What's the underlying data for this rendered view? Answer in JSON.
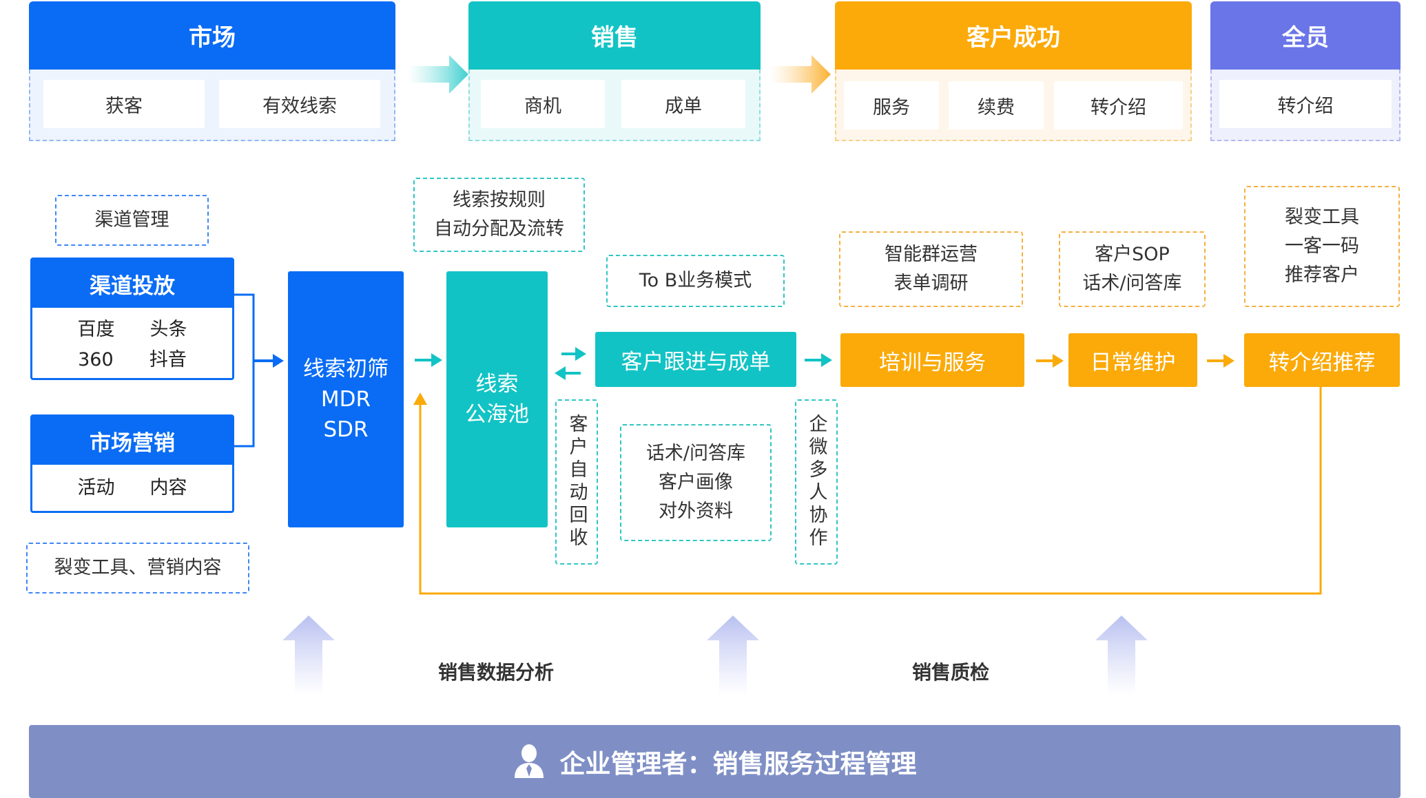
{
  "phases": [
    {
      "title": "市场",
      "items": [
        "获客",
        "有效线索"
      ]
    },
    {
      "title": "销售",
      "items": [
        "商机",
        "成单"
      ]
    },
    {
      "title": "客户成功",
      "items": [
        "服务",
        "续费",
        "转介绍"
      ]
    },
    {
      "title": "全员",
      "items": [
        "转介绍"
      ]
    }
  ],
  "left": {
    "channel_mgmt": "渠道管理",
    "channel_delivery": {
      "title": "渠道投放",
      "row1": [
        "百度",
        "头条"
      ],
      "row2": [
        "360",
        "抖音"
      ]
    },
    "marketing": {
      "title": "市场营销",
      "row1": [
        "活动",
        "内容"
      ]
    },
    "fission_tools": "裂变工具、营销内容"
  },
  "flow": {
    "screening": [
      "线索初筛",
      "MDR",
      "SDR"
    ],
    "rule_note": [
      "线索按规则",
      "自动分配及流转"
    ],
    "pool": [
      "线索",
      "公海池"
    ],
    "auto_recycle": "客户自动回收",
    "tob_mode": "To B业务模式",
    "follow_up": "客户跟进与成单",
    "sales_notes": [
      "话术/问答库",
      "客户画像",
      "对外资料"
    ],
    "wecom_collab": "企微多人协作",
    "training_note": [
      "智能群运营",
      "表单调研"
    ],
    "training": "培训与服务",
    "maint_note": [
      "客户SOP",
      "话术/问答库"
    ],
    "maintenance": "日常维护",
    "referral_note": [
      "裂变工具",
      "一客一码",
      "推荐客户"
    ],
    "referral": "转介绍推荐"
  },
  "bottom": {
    "label_left": "销售数据分析",
    "label_right": "销售质检",
    "banner": "企业管理者：销售服务过程管理",
    "banner_icon": "user-icon"
  },
  "colors": {
    "blue": "#0a6cf5",
    "teal": "#12c3c5",
    "orange": "#fbaa0a",
    "purple": "#6a75e8",
    "banner": "#7f8fc6"
  }
}
